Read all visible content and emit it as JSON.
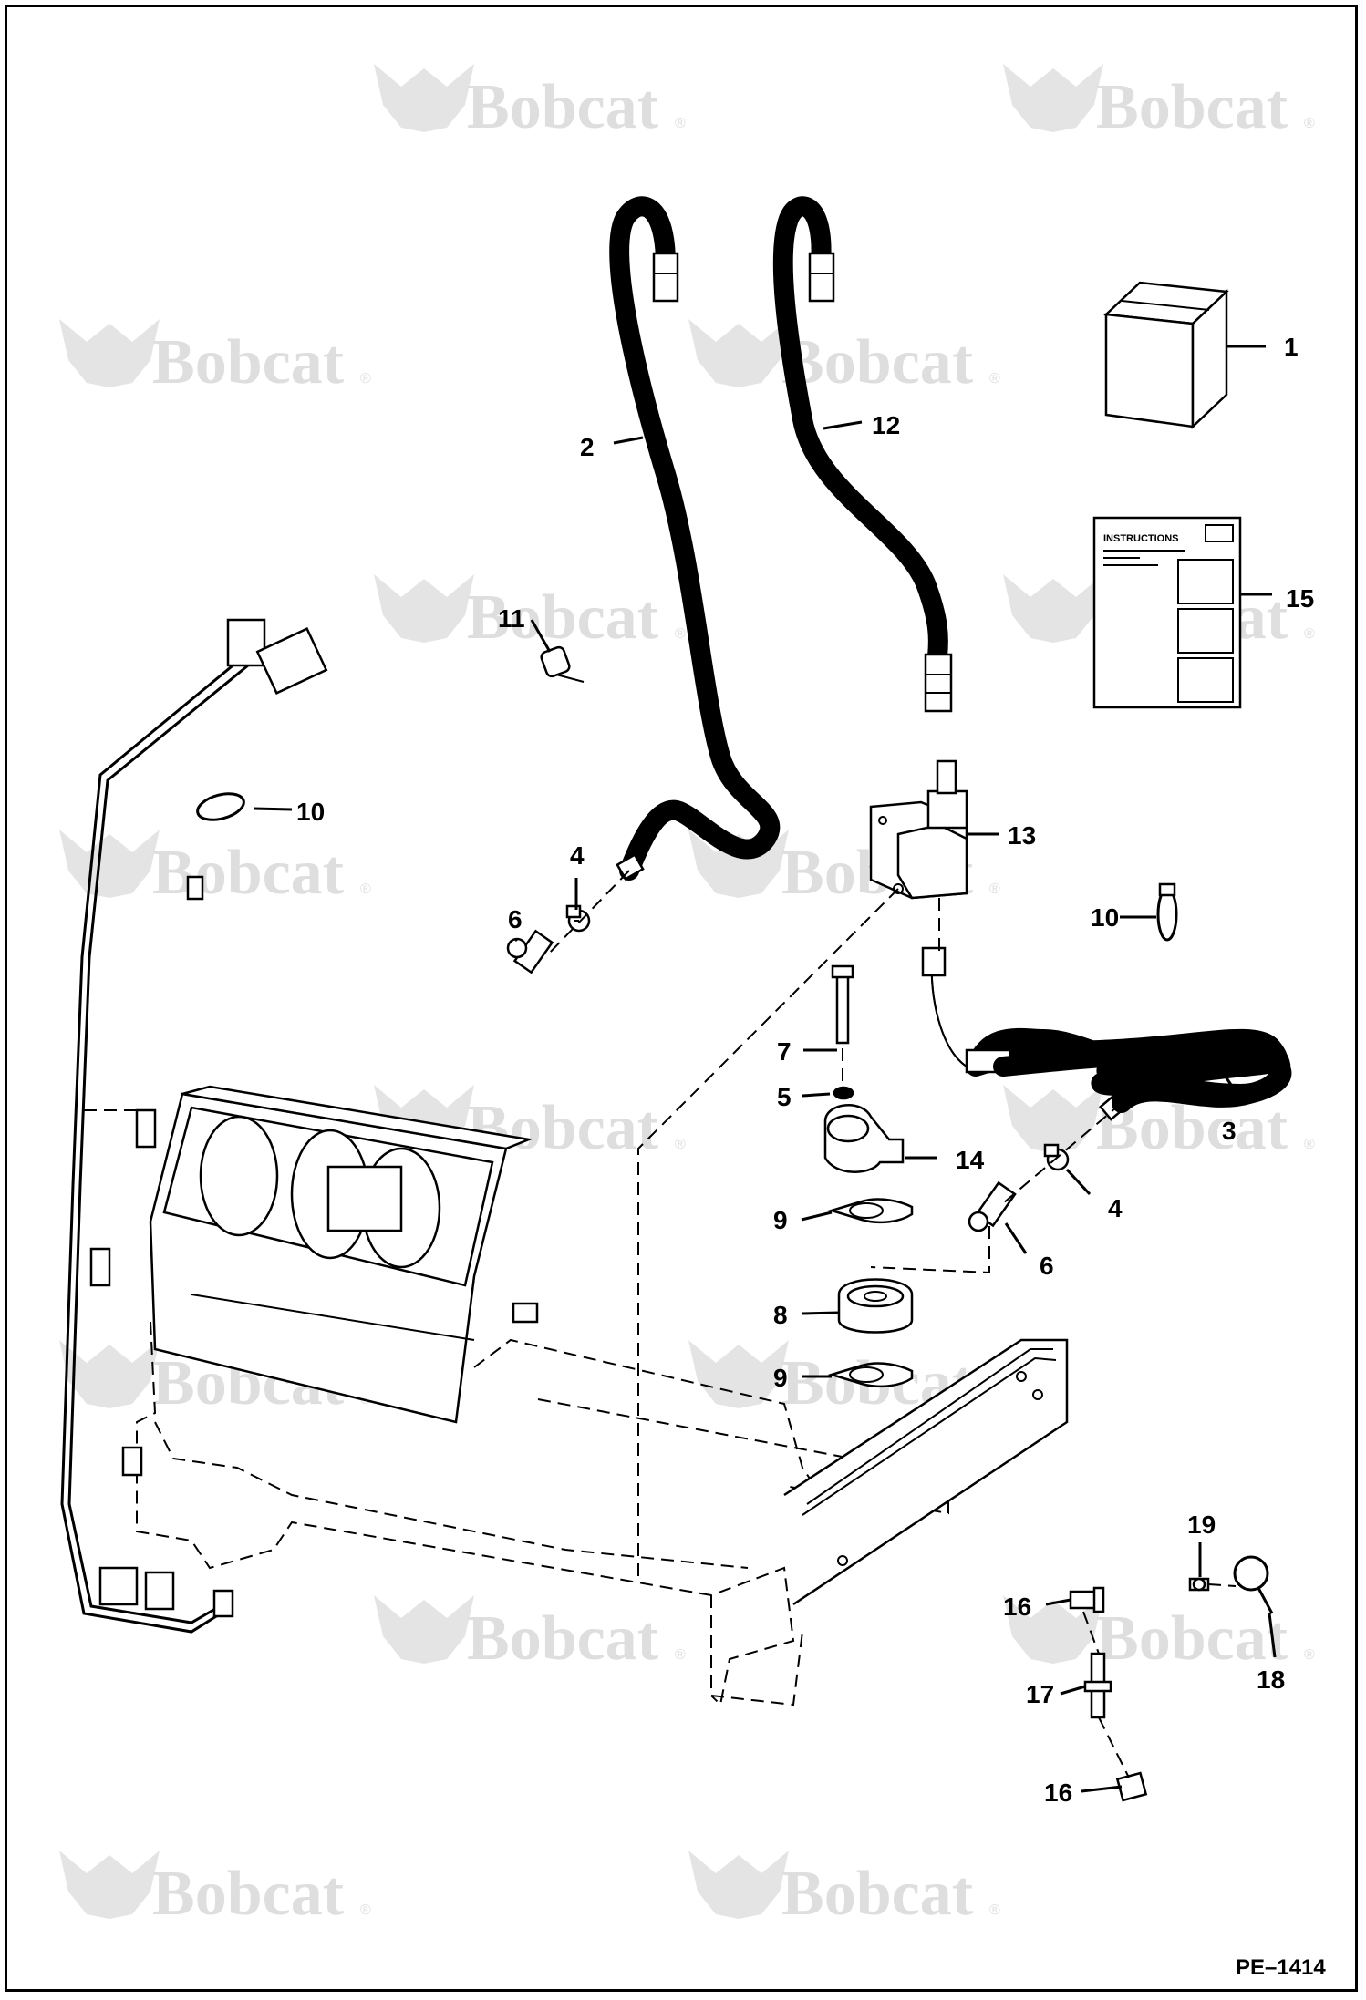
{
  "watermark": {
    "brand": "Bobcat",
    "mark": "®"
  },
  "document_code": "PE–1414",
  "instruction_sheet": {
    "heading": "INSTRUCTIONS"
  },
  "callouts": [
    {
      "num": "1",
      "label": "1"
    },
    {
      "num": "2",
      "label": "2"
    },
    {
      "num": "3",
      "label": "3"
    },
    {
      "num": "4a",
      "label": "4"
    },
    {
      "num": "4b",
      "label": "4"
    },
    {
      "num": "5",
      "label": "5"
    },
    {
      "num": "6a",
      "label": "6"
    },
    {
      "num": "6b",
      "label": "6"
    },
    {
      "num": "7",
      "label": "7"
    },
    {
      "num": "8",
      "label": "8"
    },
    {
      "num": "9a",
      "label": "9"
    },
    {
      "num": "9b",
      "label": "9"
    },
    {
      "num": "10a",
      "label": "10"
    },
    {
      "num": "10b",
      "label": "10"
    },
    {
      "num": "11",
      "label": "11"
    },
    {
      "num": "12",
      "label": "12"
    },
    {
      "num": "13",
      "label": "13"
    },
    {
      "num": "14",
      "label": "14"
    },
    {
      "num": "15",
      "label": "15"
    },
    {
      "num": "16a",
      "label": "16"
    },
    {
      "num": "16b",
      "label": "16"
    },
    {
      "num": "17",
      "label": "17"
    },
    {
      "num": "18",
      "label": "18"
    },
    {
      "num": "19",
      "label": "19"
    }
  ]
}
